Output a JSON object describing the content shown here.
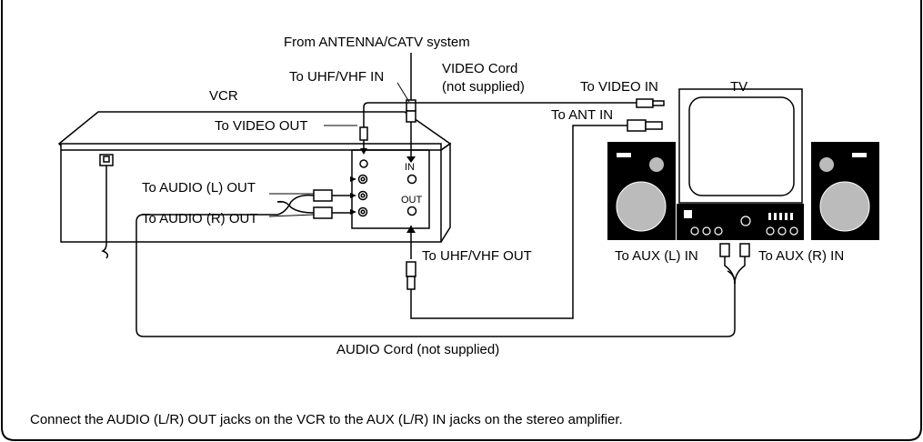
{
  "labels": {
    "from_antenna": "From ANTENNA/CATV system",
    "to_uhf_vhf_in": "To UHF/VHF IN",
    "video_cord": "VIDEO Cord",
    "not_supplied": "(not supplied)",
    "to_video_in": "To VIDEO IN",
    "tv": "TV",
    "vcr": "VCR",
    "to_video_out": "To VIDEO OUT",
    "to_ant_in": "To ANT IN",
    "in": "IN",
    "out": "OUT",
    "to_audio_l_out": "To AUDIO (L) OUT",
    "to_audio_r_out": "To AUDIO (R) OUT",
    "to_uhf_vhf_out": "To UHF/VHF OUT",
    "to_aux_l_in": "To AUX (L) IN",
    "to_aux_r_in": "To AUX (R) IN",
    "audio_cord": "AUDIO Cord (not supplied)"
  },
  "caption": "Connect the AUDIO (L/R) OUT jacks on the VCR to the AUX (L/R) IN jacks on the stereo amplifier."
}
